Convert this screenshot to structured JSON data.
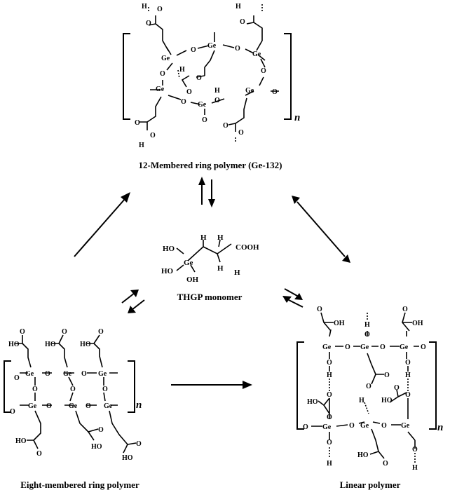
{
  "captions": {
    "ring12": "12-Membered ring polymer (Ge-132)",
    "monomer": "THGP monomer",
    "ring8": "Eight-membered ring polymer",
    "linear": "Linear polymer"
  },
  "repeat_label": "n",
  "atoms": {
    "ge": "Ge",
    "o": "O",
    "h": "H",
    "ho": "HO",
    "oh": "OH",
    "cooh": "COOH"
  }
}
